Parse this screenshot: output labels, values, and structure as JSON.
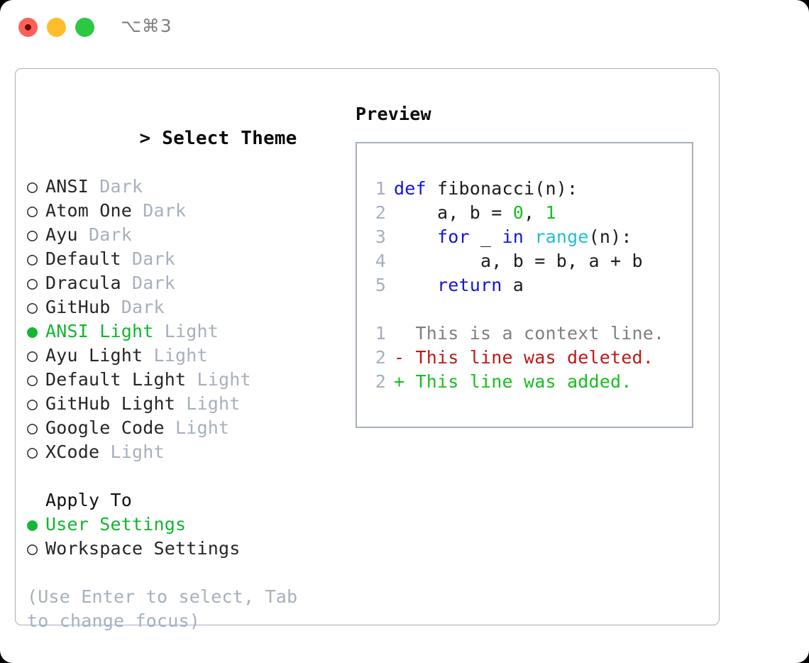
{
  "titlebar": {
    "buttons": [
      {
        "name": "close",
        "color": "#ff6059"
      },
      {
        "name": "minimize",
        "color": "#ffbd2e"
      },
      {
        "name": "zoom",
        "color": "#2bc840"
      }
    ],
    "shortcut": "⌥⌘3"
  },
  "colors": {
    "accent_green": "#11b62e",
    "muted": "#a7b0bd",
    "text": "#262626",
    "border": "#a7b0bd",
    "keyword_blue": "#1414e0",
    "function_cyan": "#20c0d0",
    "number_green": "#14c11e",
    "diff_delete_red": "#c01717",
    "diff_add_green": "#14c11e",
    "diff_context_gray": "#808080"
  },
  "theme_picker": {
    "header_prefix": ">",
    "header": "Select Theme",
    "bullet_unselected": "○",
    "bullet_selected": "●",
    "items": [
      {
        "name": "ANSI",
        "suffix": "Dark",
        "selected": false
      },
      {
        "name": "Atom One",
        "suffix": "Dark",
        "selected": false
      },
      {
        "name": "Ayu",
        "suffix": "Dark",
        "selected": false
      },
      {
        "name": "Default",
        "suffix": "Dark",
        "selected": false
      },
      {
        "name": "Dracula",
        "suffix": "Dark",
        "selected": false
      },
      {
        "name": "GitHub",
        "suffix": "Dark",
        "selected": false
      },
      {
        "name": "ANSI Light",
        "suffix": "Light",
        "selected": true
      },
      {
        "name": "Ayu Light",
        "suffix": "Light",
        "selected": false
      },
      {
        "name": "Default Light",
        "suffix": "Light",
        "selected": false
      },
      {
        "name": "GitHub Light",
        "suffix": "Light",
        "selected": false
      },
      {
        "name": "Google Code",
        "suffix": "Light",
        "selected": false
      },
      {
        "name": "XCode",
        "suffix": "Light",
        "selected": false
      }
    ]
  },
  "apply_to": {
    "header": "Apply To",
    "items": [
      {
        "name": "User Settings",
        "selected": true
      },
      {
        "name": "Workspace Settings",
        "selected": false
      }
    ]
  },
  "hint": "(Use Enter to select, Tab to change focus)",
  "preview": {
    "label": "Preview",
    "code_lines": [
      {
        "num": "1",
        "tokens": [
          {
            "t": "def",
            "c": "kw"
          },
          {
            "t": " fibonacci(n):",
            "c": "txt"
          }
        ]
      },
      {
        "num": "2",
        "tokens": [
          {
            "t": "    a, b = ",
            "c": "txt"
          },
          {
            "t": "0",
            "c": "num"
          },
          {
            "t": ", ",
            "c": "txt"
          },
          {
            "t": "1",
            "c": "num"
          }
        ]
      },
      {
        "num": "3",
        "tokens": [
          {
            "t": "    ",
            "c": "txt"
          },
          {
            "t": "for",
            "c": "kw"
          },
          {
            "t": " _ ",
            "c": "txt"
          },
          {
            "t": "in",
            "c": "kw"
          },
          {
            "t": " ",
            "c": "txt"
          },
          {
            "t": "range",
            "c": "fn"
          },
          {
            "t": "(n):",
            "c": "txt"
          }
        ]
      },
      {
        "num": "4",
        "tokens": [
          {
            "t": "        a, b = b, a + b",
            "c": "txt"
          }
        ]
      },
      {
        "num": "5",
        "tokens": [
          {
            "t": "    ",
            "c": "txt"
          },
          {
            "t": "return",
            "c": "kw"
          },
          {
            "t": " a",
            "c": "txt"
          }
        ]
      }
    ],
    "diff_lines": [
      {
        "num": "1",
        "marker": " ",
        "text": " This is a context line.",
        "kind": "ctx"
      },
      {
        "num": "2",
        "marker": "-",
        "text": " This line was deleted.",
        "kind": "del"
      },
      {
        "num": "2",
        "marker": "+",
        "text": " This line was added.",
        "kind": "add"
      }
    ]
  }
}
